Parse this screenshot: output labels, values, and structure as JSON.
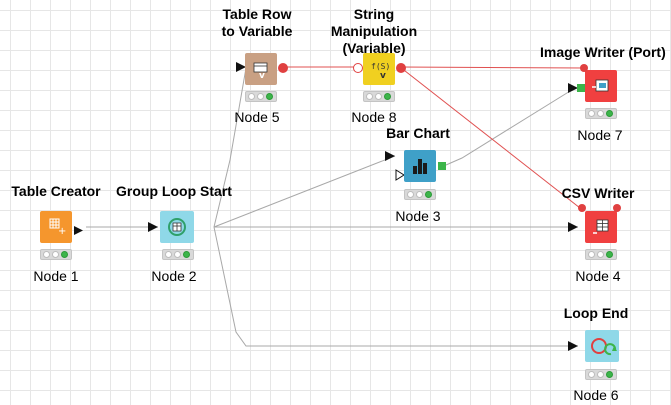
{
  "colors": {
    "data_wire": "#a8a8a8",
    "variable_wire": "#e05050",
    "source": "#f5962d",
    "manipulator": "#f0e040",
    "flow_control": "#8fd8e8",
    "sink": "#f04040",
    "visualizer": "#3fa0c8",
    "other": "#c9a083",
    "status_ok": "#3cb54a"
  },
  "nodes": {
    "table_creator": {
      "title": "Table Creator",
      "label": "Node 1",
      "icon": "table-creator-icon"
    },
    "group_loop_start": {
      "title": "Group Loop Start",
      "label": "Node 2",
      "icon": "loop-start-icon"
    },
    "table_row_to_var": {
      "title": "Table Row\nto Variable",
      "label": "Node 5",
      "icon": "table-row-to-variable-icon"
    },
    "string_manip": {
      "title": "String Manipulation\n(Variable)",
      "label": "Node 8",
      "icon": "string-manipulation-icon"
    },
    "bar_chart": {
      "title": "Bar Chart",
      "label": "Node 3",
      "icon": "bar-chart-icon"
    },
    "image_writer": {
      "title": "Image Writer (Port)",
      "label": "Node 7",
      "icon": "image-writer-icon"
    },
    "csv_writer": {
      "title": "CSV Writer",
      "label": "Node 4",
      "icon": "csv-writer-icon"
    },
    "loop_end": {
      "title": "Loop End",
      "label": "Node 6",
      "icon": "loop-end-icon"
    }
  }
}
